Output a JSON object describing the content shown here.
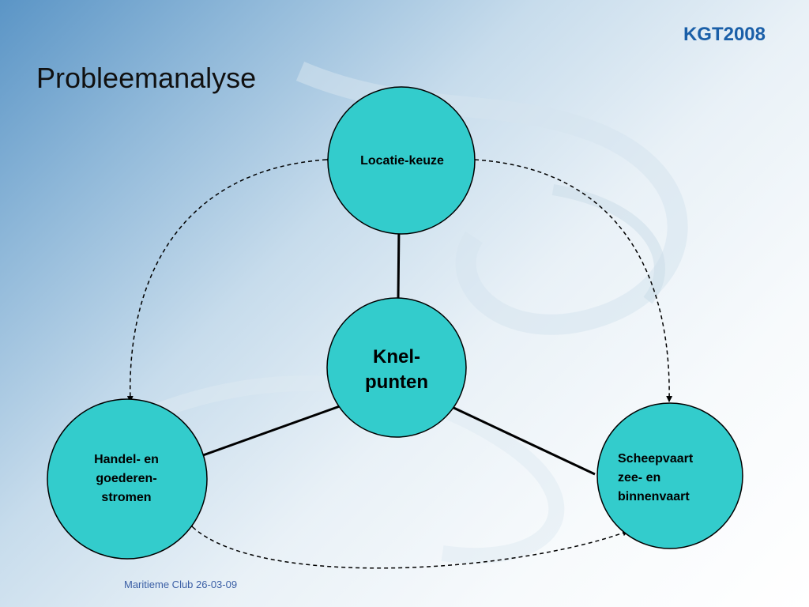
{
  "header": {
    "brand": "KGT2008",
    "title": "Probleemanalyse"
  },
  "footer": {
    "text": "Maritieme Club 26-03-09"
  },
  "diagram": {
    "node_color": "#33cccc",
    "nodes": {
      "top": "Locatie-keuze",
      "center": "Knel-\npunten",
      "left": "Handel- en\ngoederen-\nstromen",
      "right": " Scheepvaart\nzee- en\nbinnenvaart"
    }
  }
}
